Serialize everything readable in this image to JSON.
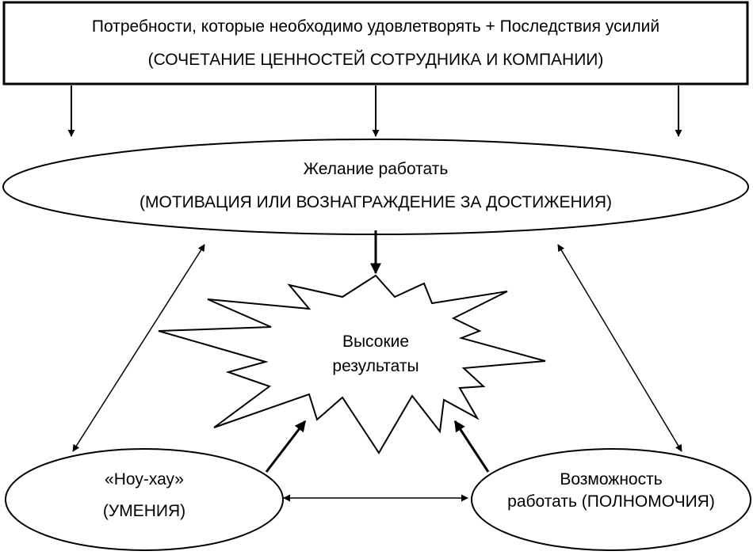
{
  "header_box": {
    "line1": "Потребности, которые необходимо удовлетворять + Последствия усилий",
    "line2": "(СОЧЕТАНИЕ ЦЕННОСТЕЙ СОТРУДНИКА И КОМПАНИИ)"
  },
  "motivation": {
    "line1": "Желание работать",
    "line2": "(МОТИВАЦИЯ ИЛИ ВОЗНАГРАЖДЕНИЕ ЗА ДОСТИЖЕНИЯ)"
  },
  "results": {
    "line1": "Высокие",
    "line2": "результаты"
  },
  "skills": {
    "line1": "«Ноу-хау»",
    "line2": "(УМЕНИЯ)"
  },
  "authority": {
    "line1": "Возможность",
    "line2": "работать  (ПОЛНОМОЧИЯ)"
  },
  "colors": {
    "stroke": "#000000",
    "background": "#ffffff"
  }
}
